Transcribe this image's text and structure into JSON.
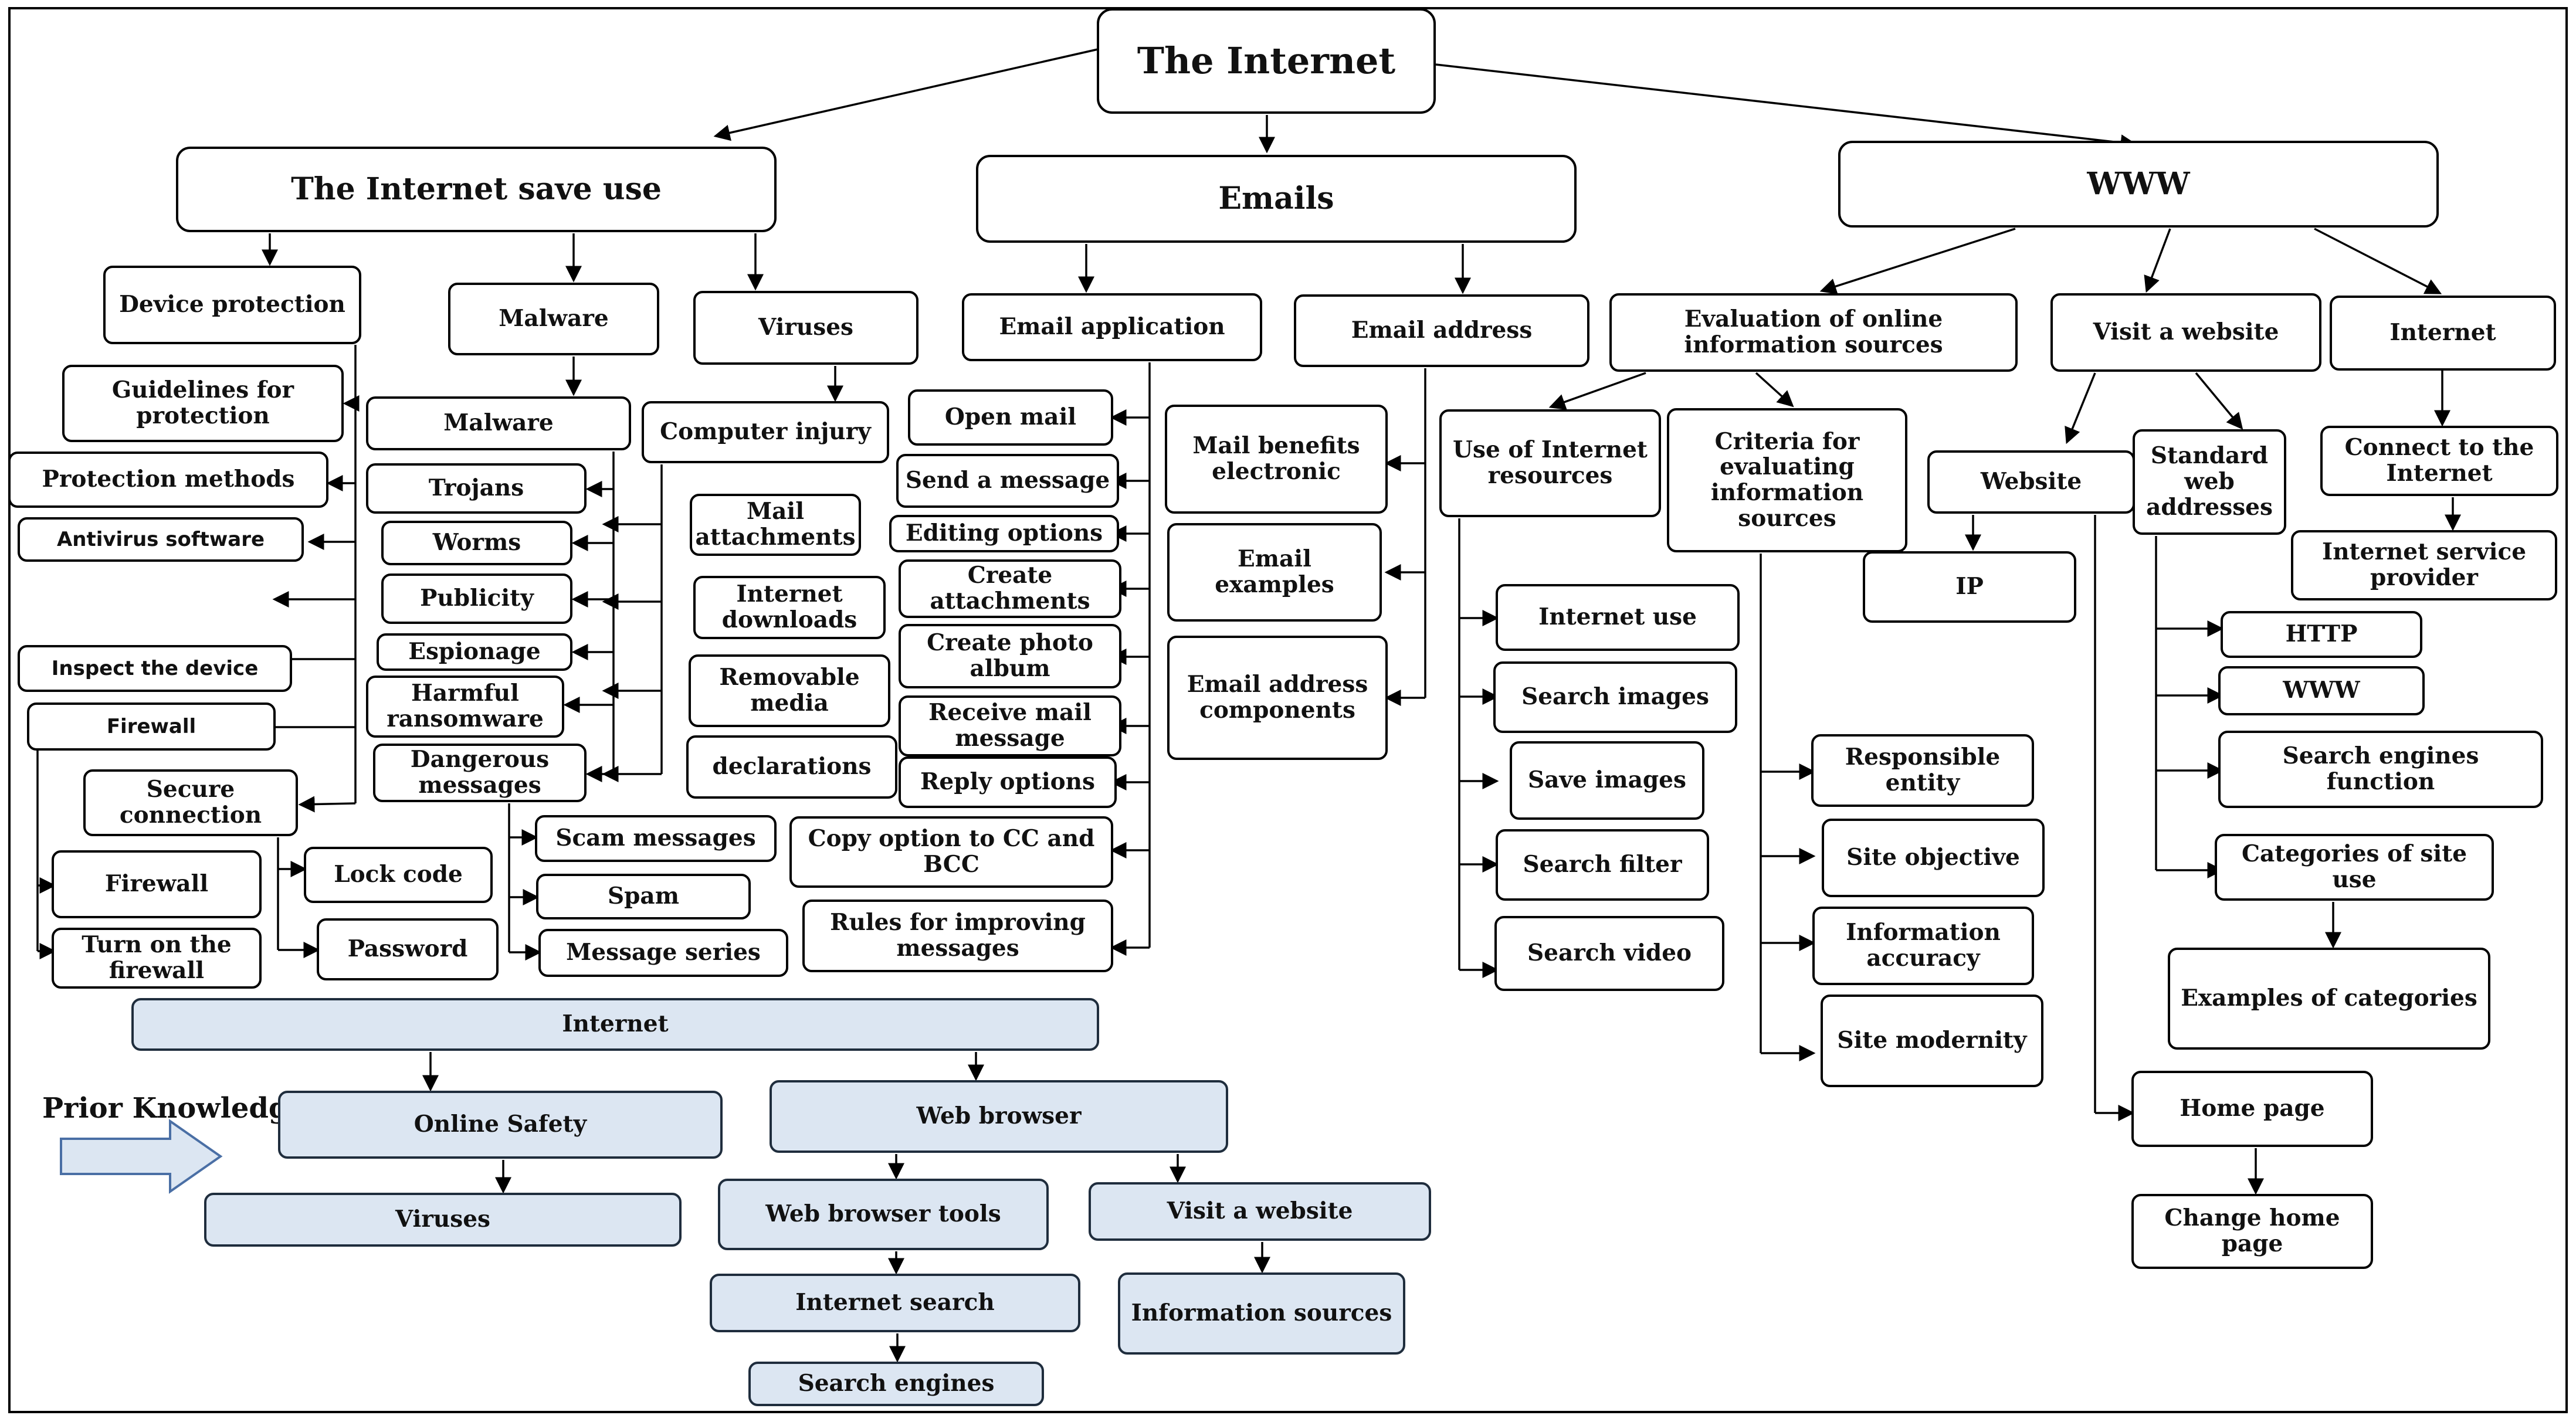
{
  "colors": {
    "line": "#000000",
    "prior_fill": "#dce6f2",
    "arrow_fill": "#dce6f2",
    "arrow_stroke": "#4a6fa5"
  },
  "root": "The Internet",
  "safe_use": {
    "title": "The Internet save use",
    "device_protection": {
      "title": "Device protection",
      "items": [
        "Guidelines for protection",
        "Protection methods",
        "Antivirus software",
        "Inspect the device",
        "Firewall"
      ],
      "secure_connection": "Secure connection",
      "secure_items": [
        "Lock code",
        "Password"
      ],
      "firewall_items": [
        "Firewall",
        "Turn on the firewall"
      ]
    },
    "malware": {
      "title": "Malware",
      "sub": "Malware",
      "items": [
        "Trojans",
        "Worms",
        "Publicity",
        "Espionage",
        "Harmful ransomware",
        "Dangerous messages"
      ],
      "dangerous_items": [
        "Scam messages",
        "Spam",
        "Message series"
      ]
    },
    "viruses": {
      "title": "Viruses",
      "sub": "Computer injury",
      "items": [
        "Mail attachments",
        "Internet downloads",
        "Removable media",
        "declarations"
      ]
    }
  },
  "emails": {
    "title": "Emails",
    "application": {
      "title": "Email application",
      "items": [
        "Open mail",
        "Send a message",
        "Editing options",
        "Create attachments",
        "Create photo album",
        "Receive mail message",
        "Reply options",
        "Copy option to CC and BCC",
        "Rules for improving messages"
      ]
    },
    "address": {
      "title": "Email address",
      "items": [
        "Mail benefits electronic",
        "Email examples",
        "Email address components"
      ]
    }
  },
  "www": {
    "title": "WWW",
    "evaluation": {
      "title": "Evaluation of online information sources",
      "use": {
        "title": "Use of Internet resources",
        "items": [
          "Internet use",
          "Search images",
          "Save images",
          "Search filter",
          "Search video"
        ]
      },
      "criteria": {
        "title": "Criteria for evaluating information sources",
        "items": [
          "Responsible entity",
          "Site objective",
          "Information accuracy",
          "Site modernity"
        ]
      }
    },
    "visit": {
      "title": "Visit a website",
      "website": {
        "title": "Website",
        "ip": "IP",
        "home": "Home page",
        "change_home": "Change home page"
      },
      "standard": {
        "title": "Standard web addresses",
        "items": [
          "HTTP",
          "WWW",
          "Search engines function",
          "Categories of site use"
        ],
        "examples": "Examples of categories"
      }
    },
    "internet": {
      "title": "Internet",
      "connect": "Connect to the Internet",
      "isp": "Internet service provider"
    }
  },
  "prior": {
    "label": "Prior Knowledge",
    "internet": "Internet",
    "online_safety": "Online Safety",
    "viruses": "Viruses",
    "web_browser": "Web browser",
    "browser_tools": "Web browser tools",
    "internet_search": "Internet search",
    "search_engines": "Search engines",
    "visit_website": "Visit a website",
    "information_sources": "Information sources"
  }
}
